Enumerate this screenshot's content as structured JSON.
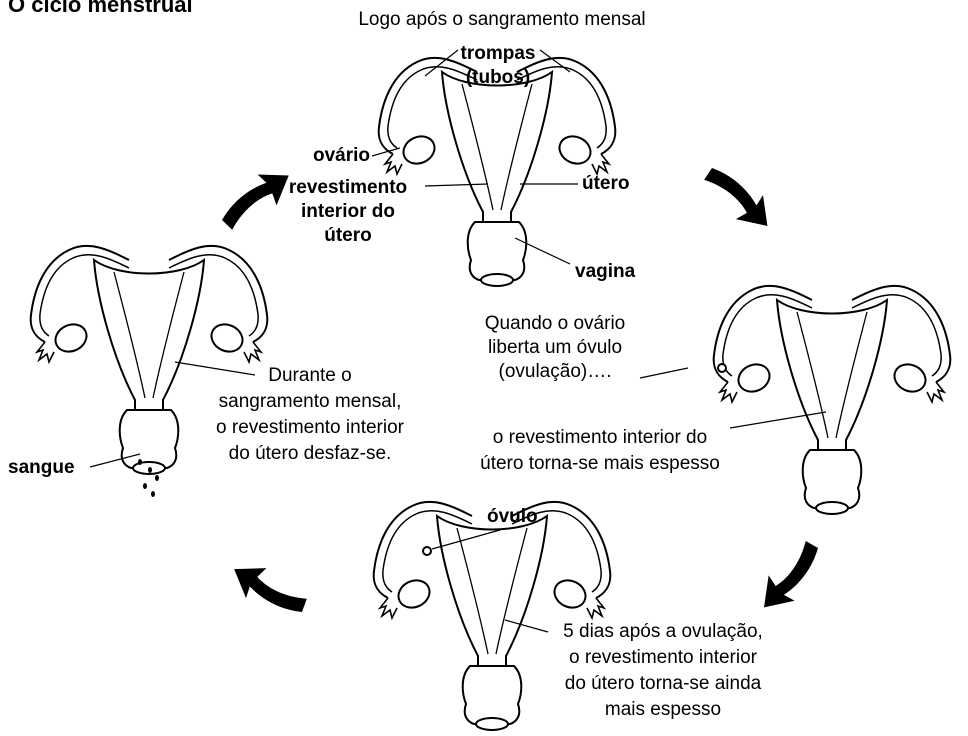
{
  "title": "O ciclo menstrual",
  "top_caption": "Logo após o sangramento mensal",
  "labels": {
    "trompas": "trompas",
    "tubos": "(tubos)",
    "ovario": "ovário",
    "revestimento_l1": "revestimento",
    "revestimento_l2": "interior do",
    "revestimento_l3": "útero",
    "utero": "útero",
    "vagina": "vagina",
    "sangue": "sangue",
    "ovulo": "óvulo"
  },
  "captions": {
    "ovulation": [
      "Quando o ovário",
      "liberta um óvulo",
      "(ovulação)…."
    ],
    "thicker": [
      "o revestimento interior do",
      "útero torna-se mais espesso"
    ],
    "bleeding": [
      "Durante o",
      "sangramento mensal,",
      "o revestimento interior",
      "do útero desfaz-se."
    ],
    "after_ovulation": [
      "5 dias após a ovulação,",
      "o revestimento interior",
      "do útero torna-se ainda",
      "mais espesso"
    ]
  },
  "colors": {
    "ink": "#000000",
    "paper": "#ffffff"
  }
}
